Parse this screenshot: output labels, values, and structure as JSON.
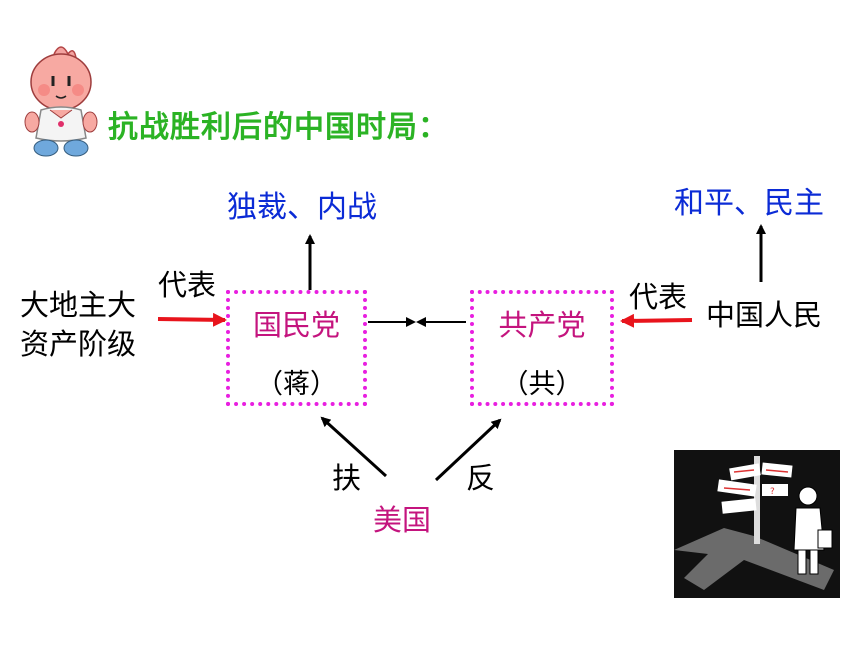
{
  "title": "抗战胜利后的中国时局：",
  "left_goal": "独裁、内战",
  "right_goal": "和平、民主",
  "left_class": [
    "大地主大",
    "资产阶级"
  ],
  "left_rep_label": "代表",
  "right_rep_label": "代表",
  "right_people": "中国人民",
  "kmt": {
    "name": "国民党",
    "sub": "（蒋）"
  },
  "ccp": {
    "name": "共产党",
    "sub": "（共）"
  },
  "support_label": "扶",
  "oppose_label": "反",
  "usa": "美国",
  "colors": {
    "title": "#2bb324",
    "goal_text": "#0b2bd6",
    "party_text": "#c4147e",
    "box_border": "#e81fe0",
    "red_arrow": "#e8141c"
  }
}
